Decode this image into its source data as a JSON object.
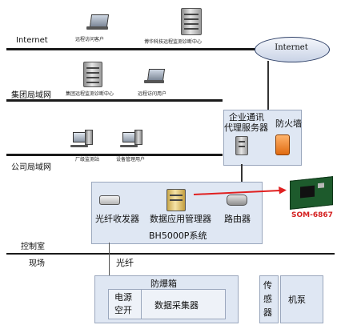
{
  "zones": {
    "internet": "Internet",
    "group_lan": "集团局域网",
    "company_lan": "公司局域网",
    "control_room": "控制室",
    "field": "现场"
  },
  "internet_cloud": "Internet",
  "nodes": {
    "remote_client": "远程访问客户",
    "bohua_center": "博华科技远程监测诊断中心",
    "group_center": "集团远程监测诊断中心",
    "remote_user": "远程访问用户",
    "enterprise_proxy": [
      "企业通讯",
      "代理服务器"
    ],
    "firewall": "防火墙",
    "plant_station": "厂级监测站",
    "equipment_user": "设备管理用户",
    "fiber_transceiver": "光纤收发器",
    "data_app_manager": "数据应用管理器",
    "router": "路由器",
    "system_name": "BH5000P系统",
    "som": "SOM-6867",
    "fiber": "光纤",
    "explosion_box": "防爆箱",
    "power_switch": [
      "电源",
      "空开"
    ],
    "data_collector": "数据采集器",
    "sensor": [
      "传",
      "感",
      "器"
    ],
    "pump": "机泵"
  },
  "colors": {
    "arrow": "#e02020",
    "som_label": "#d42020",
    "box_fill": "#dfe7f3",
    "line": "#1a1a1a"
  }
}
